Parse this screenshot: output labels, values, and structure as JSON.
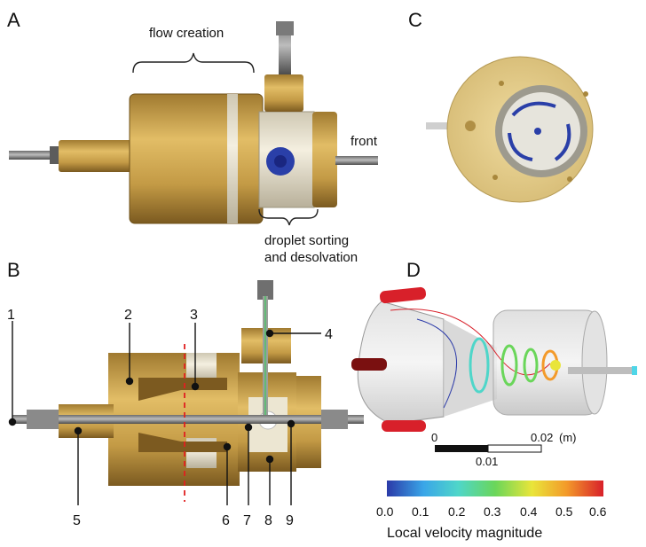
{
  "panels": {
    "a": {
      "letter": "A",
      "flow_label": "flow creation",
      "front_label": "front",
      "sorting_label_1": "droplet sorting",
      "sorting_label_2": "and desolvation"
    },
    "b": {
      "letter": "B",
      "callouts": [
        "1",
        "2",
        "3",
        "4",
        "5",
        "6",
        "7",
        "8",
        "9"
      ]
    },
    "c": {
      "letter": "C"
    },
    "d": {
      "letter": "D",
      "scale_left": "0",
      "scale_mid": "0.01",
      "scale_right": "0.02",
      "scale_unit": "(m)",
      "colorbar_ticks": [
        "0.0",
        "0.1",
        "0.2",
        "0.3",
        "0.4",
        "0.5",
        "0.6"
      ],
      "colorbar_title": "Local velocity magnitude",
      "colors": {
        "min": "#2b3aa8",
        "q1": "#3aa6e8",
        "q2": "#4fd6c9",
        "q3": "#6ad65a",
        "q4": "#e9e53a",
        "q5": "#f39a2a",
        "max": "#d8202a"
      }
    }
  },
  "colors": {
    "brass": "#c9a04a",
    "brass_dark": "#8a6a28",
    "ivory": "#efe9d6",
    "blue_part": "#2a3fa8"
  }
}
